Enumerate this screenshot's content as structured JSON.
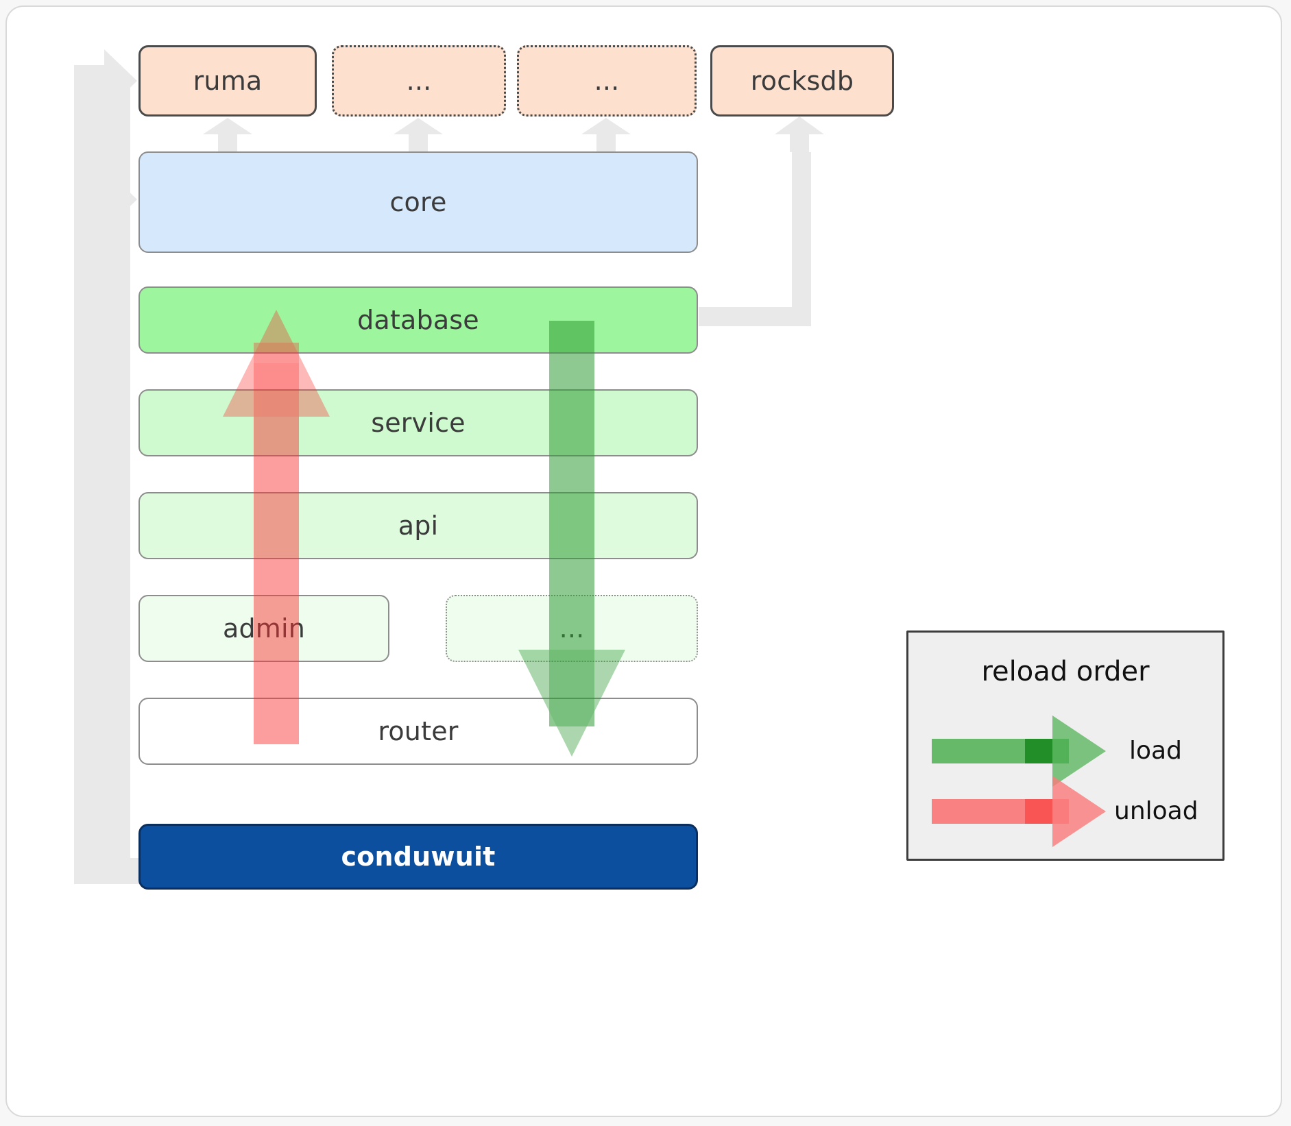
{
  "diagram": {
    "title": "conduwuit crate layer / reload order diagram",
    "colors": {
      "orange_fill": "#fde0ce",
      "blue_fill": "#d6e8fb",
      "green_database": "#9df59d",
      "green_service": "#cff9cf",
      "green_api": "#defbde",
      "green_admin": "#eefdee",
      "router_fill": "#ffffff",
      "conduwuit_fill": "#0b4f9e",
      "connector_gray": "#e9e9e9",
      "load_green": "#4caf50",
      "unload_red": "#fa7a7a",
      "legend_fill": "#efefef",
      "border_dark": "#4a4a4a",
      "border_gray": "#8d8d8d"
    },
    "dependencies": [
      {
        "name": "ruma",
        "label": "ruma",
        "style": "solid"
      },
      {
        "name": "dep-2",
        "label": "...",
        "style": "dotted"
      },
      {
        "name": "dep-3",
        "label": "...",
        "style": "dotted"
      },
      {
        "name": "rocksdb",
        "label": "rocksdb",
        "style": "solid"
      }
    ],
    "core": {
      "label": "core"
    },
    "layers": [
      {
        "name": "database",
        "label": "database"
      },
      {
        "name": "service",
        "label": "service"
      },
      {
        "name": "api",
        "label": "api"
      },
      {
        "name": "admin",
        "label": "admin"
      },
      {
        "name": "extra",
        "label": "..."
      },
      {
        "name": "router",
        "label": "router"
      }
    ],
    "binary": {
      "label": "conduwuit"
    },
    "legend": {
      "title": "reload order",
      "entries": [
        {
          "name": "load",
          "label": "load",
          "color": "#4caf50",
          "direction": "down"
        },
        {
          "name": "unload",
          "label": "unload",
          "color": "#fa7a7a",
          "direction": "up"
        }
      ]
    }
  }
}
